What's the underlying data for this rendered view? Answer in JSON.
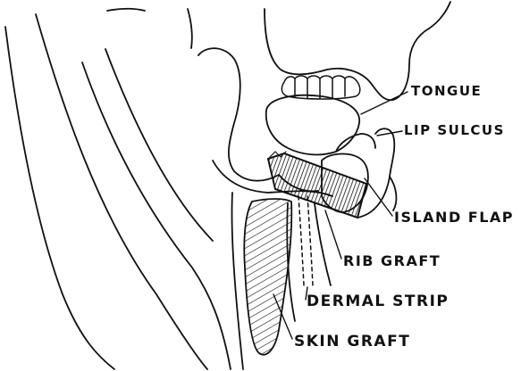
{
  "diagram": {
    "labels": {
      "tongue": "TONGUE",
      "lip_sulcus": "LIP SULCUS",
      "island_flap": "ISLAND FLAP",
      "rib_graft": "RIB GRAFT",
      "dermal_strip": "DERMAL STRIP",
      "skin_graft": "SKIN GRAFT"
    },
    "colors": {
      "ink": "#111111",
      "paper": "#ffffff"
    }
  }
}
